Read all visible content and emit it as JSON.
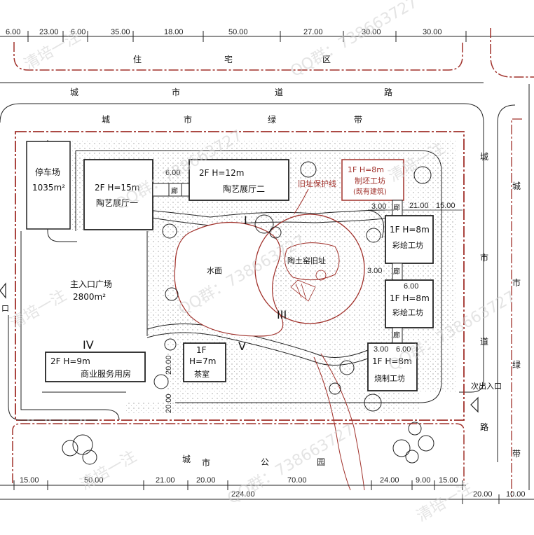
{
  "top_dimensions": [
    "6.00",
    "23.00",
    "6.00",
    "35.00",
    "18.00",
    "50.00",
    "27.00",
    "30.00",
    "30.00"
  ],
  "bottom_dimensions": [
    "15.00",
    "50.00",
    "21.00",
    "20.00",
    "70.00",
    "24.00",
    "9.00",
    "15.00"
  ],
  "bottom_total": "224.00",
  "bottom_right_dimensions": [
    "20.00",
    "10.00"
  ],
  "residential_area": [
    "住",
    "宅",
    "区"
  ],
  "city_road_top": [
    "城",
    "市",
    "道",
    "路"
  ],
  "city_green_top": [
    "城",
    "市",
    "绿",
    "带"
  ],
  "city_green_right": [
    "城",
    "市",
    "绿",
    "带"
  ],
  "city_road_right": [
    "城",
    "市",
    "道",
    "路"
  ],
  "city_park_bottom": [
    "城",
    "市",
    "公",
    "园"
  ],
  "buildings": {
    "parking": {
      "line1": "停车场",
      "line2": "1035m²"
    },
    "hall1": {
      "line1": "2F  H=15m",
      "line2": "陶艺展厅一"
    },
    "hall2": {
      "line1": "2F  H=12m",
      "line2": "陶艺展厅二"
    },
    "corridor": "廊",
    "clay_workshop": {
      "line1": "1F   H=8m",
      "line2": "制坯工坊",
      "line3": "(既有建筑)"
    },
    "paint_workshop1": {
      "line1": "1F  H=8m",
      "line2": "彩绘工坊"
    },
    "paint_workshop2": {
      "line1": "1F  H=8m",
      "line2": "彩绘工坊"
    },
    "fire_workshop": {
      "line1": "1F  H=8m",
      "line2": "烧制工坊"
    },
    "tea_room": {
      "line1": "1F",
      "line2": "H=7m",
      "line3": "茶室"
    },
    "commercial": {
      "line1": "2F  H=9m",
      "line2": "商业服务用房"
    }
  },
  "labels": {
    "ruins_line": "旧址保护线",
    "kiln_ruins": "陶土窑旧址",
    "water": "水面",
    "main_plaza_line1": "主入口广场",
    "main_plaza_line2": "2800m²",
    "secondary_entrance": "次出入口",
    "main_entrance_mark": "口",
    "zone_I": "I",
    "zone_III": "III",
    "zone_IV": "IV",
    "zone_V": "V"
  },
  "inner_dimensions": {
    "d_6_hall": "6.00",
    "d_3_a": "3.00",
    "d_21": "21.00",
    "d_15": "15.00",
    "d_3_b": "3.00",
    "d_6_b": "6.00",
    "d_3_c": "3.00",
    "d_6_c": "6.00",
    "d_20_tea": "20.00",
    "d_20_south": "20.00"
  },
  "watermark": [
    "清培一注",
    "QQ群：738663727"
  ],
  "colors": {
    "boundary": "#a0302a",
    "line": "#222222",
    "dots": "#9a9a9a",
    "watermark": "#cfcfcf"
  }
}
